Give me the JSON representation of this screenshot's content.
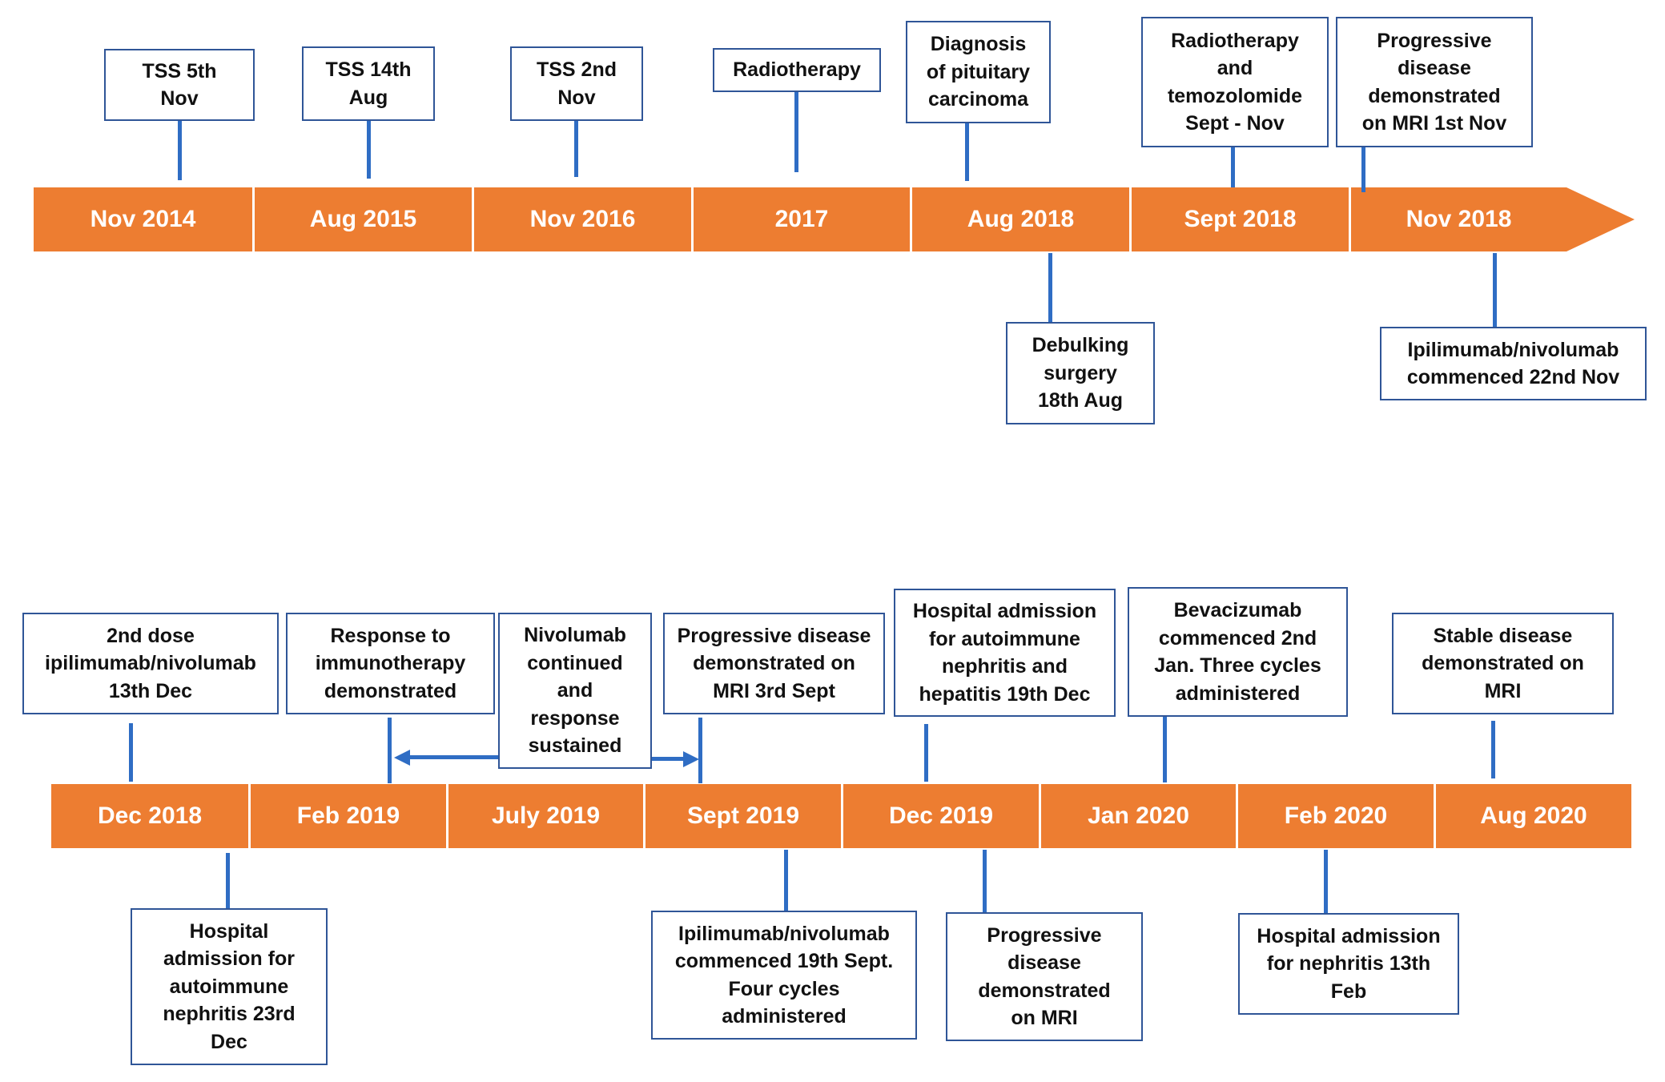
{
  "timeline1": {
    "periods": [
      "Nov 2014",
      "Aug 2015",
      "Nov 2016",
      "2017",
      "Aug 2018",
      "Sept 2018",
      "Nov 2018"
    ]
  },
  "timeline2": {
    "periods": [
      "Dec 2018",
      "Feb 2019",
      "July 2019",
      "Sept 2019",
      "Dec 2019",
      "Jan 2020",
      "Feb 2020",
      "Aug 2020"
    ]
  },
  "events": {
    "tss_nov_2014": "TSS 5th\nNov",
    "tss_aug_2015": "TSS 14th\nAug",
    "tss_nov_2016": "TSS 2nd\nNov",
    "radiotherapy_2017": "Radiotherapy",
    "diagnosis_aug_2018": "Diagnosis\nof pituitary\ncarcinoma",
    "radiotherapy_temozolomide": "Radiotherapy\nand\ntemozolomide\nSept - Nov",
    "progressive_nov_2018": "Progressive\ndisease\ndemonstrated\non MRI  1st Nov",
    "debulking_surgery": "Debulking\nsurgery\n18th Aug",
    "ipi_nivo_nov_2018": "Ipilimumab/nivolumab\ncommenced 22nd Nov",
    "second_dose": "2nd dose\nipilimumab/nivolumab\n13th Dec",
    "response_immunotherapy": "Response to\nimmunotherapy\ndemonstrated",
    "nivolumab_continued": "Nivolumab\ncontinued\nand\nresponse\nsustained",
    "progressive_sept_2019": "Progressive disease\ndemonstrated on\nMRI  3rd Sept",
    "hospital_dec_2019": "Hospital admission\nfor  autoimmune\nnephritis and\nhepatitis 19th Dec",
    "bevacizumab": "Bevacizumab\ncommenced 2nd\nJan. Three cycles\nadministered",
    "stable_disease": "Stable disease\ndemonstrated on\nMRI",
    "hospital_dec_2018": "Hospital\nadmission  for\nautoimmune\nnephritis 23rd\nDec",
    "ipi_nivo_sept_2019": "Ipilimumab/nivolumab\ncommenced 19th Sept.\nFour cycles\nadministered",
    "progressive_dec_2019": "Progressive\ndisease\ndemonstrated\non MRI",
    "hospital_feb_2020": "Hospital admission\nfor nephritis  13th\nFeb"
  },
  "colors": {
    "timeline_bar": "#ED7D31",
    "box_border": "#2F5597",
    "connector": "#2F6DC4"
  }
}
